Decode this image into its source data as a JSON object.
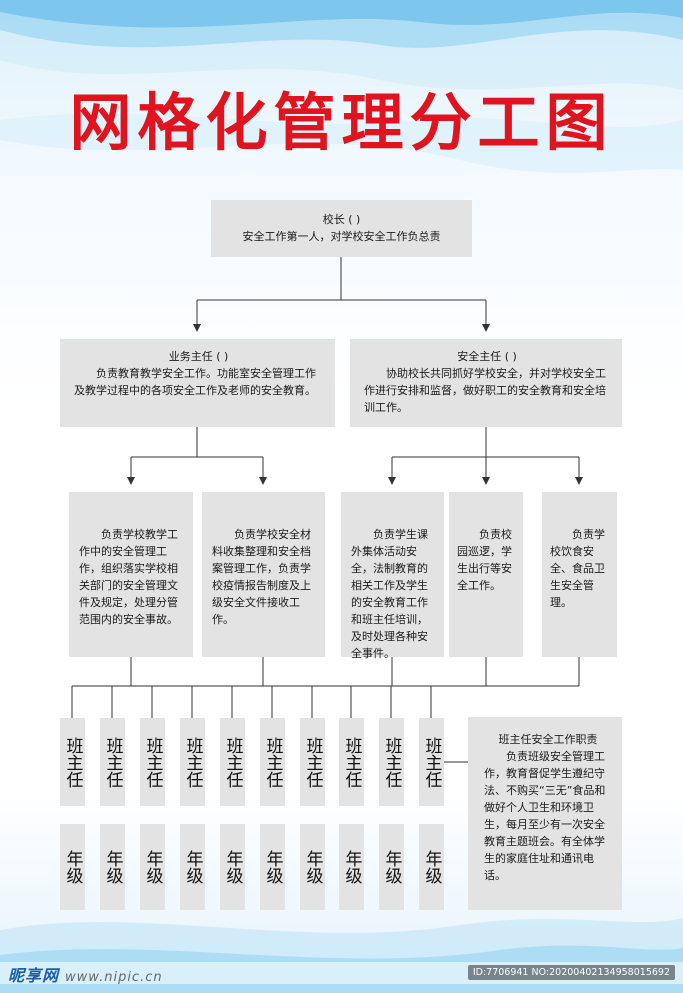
{
  "title": "网格化管理分工图",
  "principal": {
    "title": "校长 ( )",
    "body": "安全工作第一人，对学校安全工作负总责"
  },
  "departments": [
    {
      "title": "业务主任 ( )",
      "body": "负责教育教学安全工作。功能室安全管理工作及教学过程中的各项安全工作及老师的安全教育。"
    },
    {
      "title": "安全主任 ( )",
      "body": "协助校长共同抓好学校安全，并对学校安全工作进行安排和监督，做好职工的安全教育和安全培训工作。"
    }
  ],
  "tasks": [
    "负责学校教学工作中的安全管理工作，组织落实学校相关部门的安全管理文件及规定，处理分管范围内的安全事故。",
    "负责学校安全材料收集整理和安全档案管理工作，负责学校疫情报告制度及上级安全文件接收工作。",
    "负责学生课外集体活动安全，法制教育的相关工作及学生的安全教育工作和班主任培训，及时处理各种安全事件。",
    "负责校园巡逻，学生出行等安全工作。",
    "负责学校饮食安全、食品卫生安全管理。"
  ],
  "teacher_label": "班主任",
  "grade_label": "年级",
  "column_count": 10,
  "teacher_duty": {
    "title": "班主任安全工作职责",
    "body": "负责班级安全管理工作，教育督促学生遵纪守法、不购买“三无”食品和做好个人卫生和环境卫生，每月至少有一次安全教育主题班会。有全体学生的家庭住址和通讯电话。"
  },
  "footer": {
    "logo": "昵享网",
    "url": "www.nipic.cn",
    "image_id": "ID:7706941 NO:20200402134958015692"
  },
  "colors": {
    "title": "#e0141e",
    "box": "#e3e3e3",
    "line": "#333333",
    "accent": "#1d9be0"
  }
}
